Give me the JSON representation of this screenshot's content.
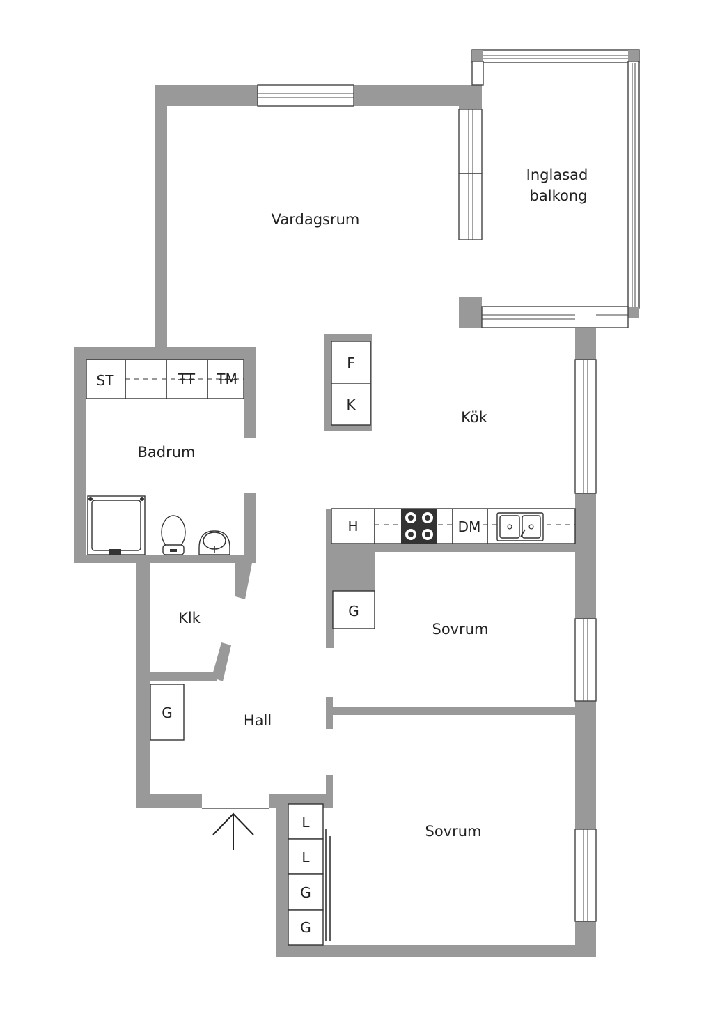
{
  "rooms": {
    "vardagsrum": "Vardagsrum",
    "balkong_line1": "Inglasad",
    "balkong_line2": "balkong",
    "kok": "Kök",
    "badrum": "Badrum",
    "klk": "Klk",
    "hall": "Hall",
    "sovrum_1": "Sovrum",
    "sovrum_2": "Sovrum"
  },
  "fixtures": {
    "fridge": "F",
    "freezer": "K",
    "bath_st": "ST",
    "bath_tt": "TT",
    "bath_tm": "TM",
    "kitchen_h": "H",
    "kitchen_dm": "DM",
    "bedroom1_wardrobe": "G",
    "hall_wardrobe": "G",
    "bedroom2_closets": [
      "L",
      "L",
      "G",
      "G"
    ]
  },
  "colors": {
    "wall": "#999999",
    "line": "#333333",
    "background": "#ffffff",
    "stove": "#333333"
  }
}
